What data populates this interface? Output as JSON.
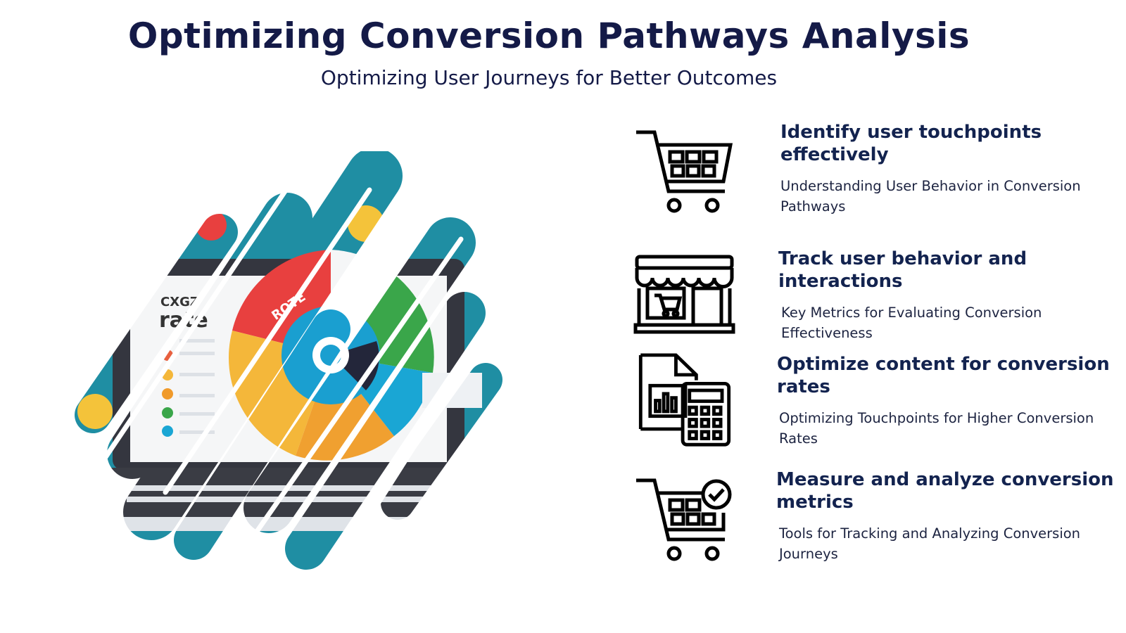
{
  "header": {
    "title": "Optimizing Conversion Pathways Analysis",
    "subtitle": "Optimizing User Journeys for Better Outcomes"
  },
  "illustration": {
    "screen_label_small": "CXGZ",
    "screen_label_large": "rate",
    "chart_label": "ROTE"
  },
  "items": [
    {
      "icon": "shopping-cart-icon",
      "heading": "Identify user touchpoints effectively",
      "description": "Understanding User Behavior in Conversion Pathways"
    },
    {
      "icon": "storefront-icon",
      "heading": "Track user behavior and interactions",
      "description": "Key Metrics for Evaluating Conversion Effectiveness"
    },
    {
      "icon": "report-calculator-icon",
      "heading": "Optimize content for conversion rates",
      "description": "Optimizing Touchpoints for Higher Conversion Rates"
    },
    {
      "icon": "cart-check-icon",
      "heading": "Measure and analyze conversion metrics",
      "description": "Tools for Tracking and Analyzing Conversion Journeys"
    }
  ],
  "colors": {
    "title": "#141a47",
    "heading": "#13234f",
    "teal": "#1f8ea3",
    "red": "#e8403f",
    "yellow": "#f4b73a",
    "green": "#3aa64a",
    "blue": "#1aa6d4"
  }
}
